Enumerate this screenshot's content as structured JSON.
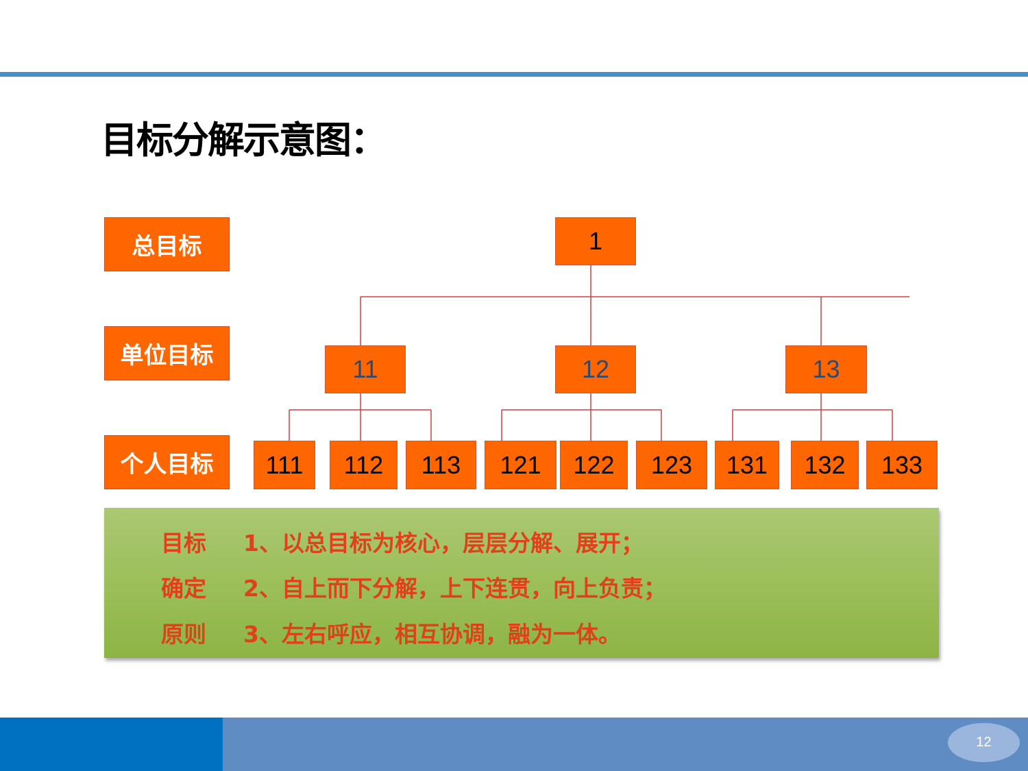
{
  "title": "目标分解示意图：",
  "levels": [
    "总目标",
    "单位目标",
    "个人目标"
  ],
  "tree": {
    "root": "1",
    "units": [
      "11",
      "12",
      "13"
    ],
    "individuals": [
      "111",
      "112",
      "113",
      "121",
      "122",
      "123",
      "131",
      "132",
      "133"
    ]
  },
  "principles": {
    "label": [
      "目标",
      "确定",
      "原则"
    ],
    "items": [
      "1、以总目标为核心，层层分解、展开；",
      "2、自上而下分解，上下连贯，向上负责；",
      "3、左右呼应，相互协调，融为一体。"
    ]
  },
  "page_number": "12",
  "colors": {
    "node": "#ff6600",
    "connector": "#d04040",
    "accent": "#0070c0",
    "text_red": "#e0401a"
  }
}
